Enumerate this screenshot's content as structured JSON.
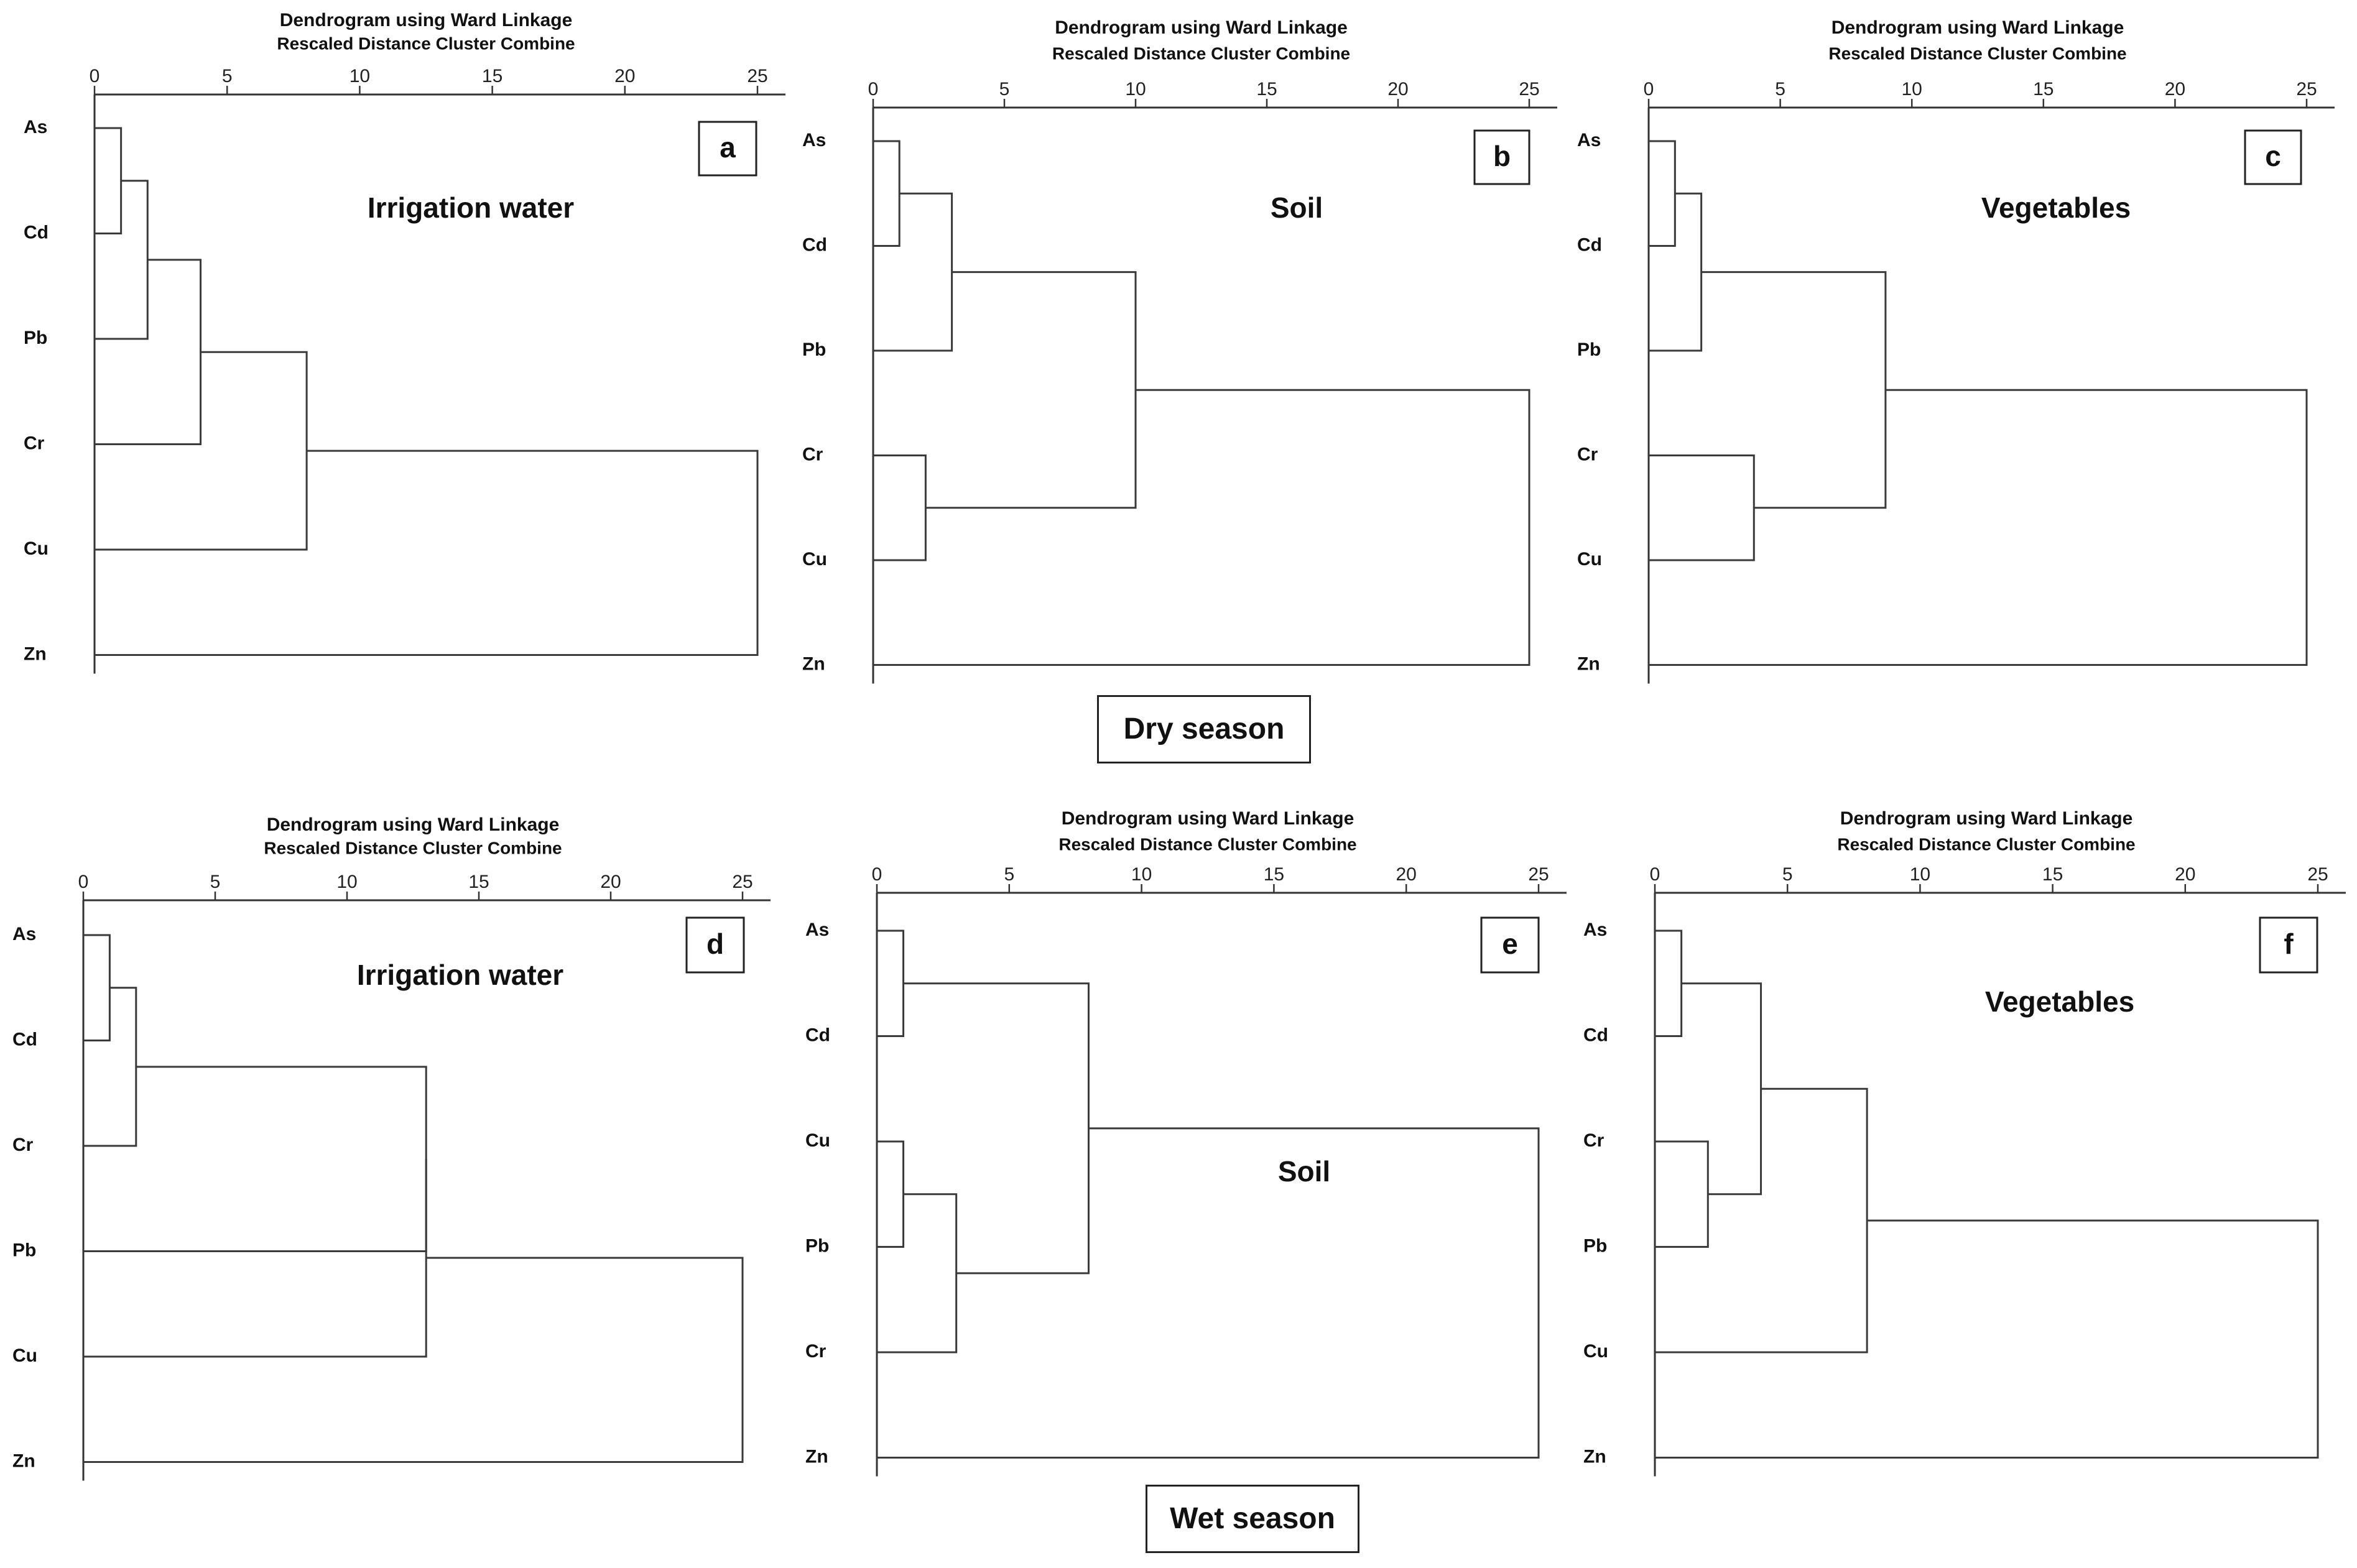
{
  "seasons": {
    "dry": "Dry season",
    "wet": "Wet season"
  },
  "chart_data": [
    {
      "type": "dendrogram",
      "panel": "a",
      "label": "Irrigation water",
      "title": "Dendrogram using Ward Linkage",
      "subtitle": "Rescaled Distance Cluster Combine",
      "xlim": [
        0,
        25
      ],
      "xticks": [
        0,
        5,
        10,
        15,
        20,
        25
      ],
      "leaves": [
        "As",
        "Cd",
        "Pb",
        "Cr",
        "Cu",
        "Zn"
      ],
      "merges": [
        {
          "left": "As",
          "right": "Cd",
          "distance": 1
        },
        {
          "left": 0,
          "right": "Pb",
          "distance": 2
        },
        {
          "left": 1,
          "right": "Cr",
          "distance": 4
        },
        {
          "left": 2,
          "right": "Cu",
          "distance": 8
        },
        {
          "left": 3,
          "right": "Zn",
          "distance": 25
        }
      ]
    },
    {
      "type": "dendrogram",
      "panel": "b",
      "label": "Soil",
      "title": "Dendrogram using Ward Linkage",
      "subtitle": "Rescaled Distance Cluster Combine",
      "xlim": [
        0,
        25
      ],
      "xticks": [
        0,
        5,
        10,
        15,
        20,
        25
      ],
      "leaves": [
        "As",
        "Cd",
        "Pb",
        "Cr",
        "Cu",
        "Zn"
      ],
      "merges": [
        {
          "left": "As",
          "right": "Cd",
          "distance": 1
        },
        {
          "left": 0,
          "right": "Pb",
          "distance": 3
        },
        {
          "left": "Cr",
          "right": "Cu",
          "distance": 2
        },
        {
          "left": 1,
          "right": 2,
          "distance": 10
        },
        {
          "left": 3,
          "right": "Zn",
          "distance": 25
        }
      ]
    },
    {
      "type": "dendrogram",
      "panel": "c",
      "label": "Vegetables",
      "title": "Dendrogram using Ward Linkage",
      "subtitle": "Rescaled Distance Cluster Combine",
      "xlim": [
        0,
        25
      ],
      "xticks": [
        0,
        5,
        10,
        15,
        20,
        25
      ],
      "leaves": [
        "As",
        "Cd",
        "Pb",
        "Cr",
        "Cu",
        "Zn"
      ],
      "merges": [
        {
          "left": "As",
          "right": "Cd",
          "distance": 1
        },
        {
          "left": 0,
          "right": "Pb",
          "distance": 2
        },
        {
          "left": "Cr",
          "right": "Cu",
          "distance": 4
        },
        {
          "left": 1,
          "right": 2,
          "distance": 9
        },
        {
          "left": 3,
          "right": "Zn",
          "distance": 25
        }
      ]
    },
    {
      "type": "dendrogram",
      "panel": "d",
      "label": "Irrigation water",
      "title": "Dendrogram using Ward Linkage",
      "subtitle": "Rescaled Distance Cluster Combine",
      "xlim": [
        0,
        25
      ],
      "xticks": [
        0,
        5,
        10,
        15,
        20,
        25
      ],
      "leaves": [
        "As",
        "Cd",
        "Cr",
        "Pb",
        "Cu",
        "Zn"
      ],
      "merges": [
        {
          "left": "As",
          "right": "Cd",
          "distance": 1
        },
        {
          "left": 0,
          "right": "Cr",
          "distance": 2
        },
        {
          "left": 1,
          "right": "Pb",
          "distance": 13
        },
        {
          "left": 2,
          "right": "Cu",
          "distance": 13
        },
        {
          "left": 3,
          "right": "Zn",
          "distance": 25
        }
      ]
    },
    {
      "type": "dendrogram",
      "panel": "e",
      "label": "Soil",
      "title": "Dendrogram using Ward Linkage",
      "subtitle": "Rescaled Distance Cluster Combine",
      "xlim": [
        0,
        25
      ],
      "xticks": [
        0,
        5,
        10,
        15,
        20,
        25
      ],
      "leaves": [
        "As",
        "Cd",
        "Cu",
        "Pb",
        "Cr",
        "Zn"
      ],
      "merges": [
        {
          "left": "As",
          "right": "Cd",
          "distance": 1
        },
        {
          "left": "Cu",
          "right": "Pb",
          "distance": 1
        },
        {
          "left": 1,
          "right": "Cr",
          "distance": 3
        },
        {
          "left": 0,
          "right": 2,
          "distance": 8
        },
        {
          "left": 3,
          "right": "Zn",
          "distance": 25
        }
      ]
    },
    {
      "type": "dendrogram",
      "panel": "f",
      "label": "Vegetables",
      "title": "Dendrogram using Ward Linkage",
      "subtitle": "Rescaled Distance Cluster Combine",
      "xlim": [
        0,
        25
      ],
      "xticks": [
        0,
        5,
        10,
        15,
        20,
        25
      ],
      "leaves": [
        "As",
        "Cd",
        "Cr",
        "Pb",
        "Cu",
        "Zn"
      ],
      "merges": [
        {
          "left": "As",
          "right": "Cd",
          "distance": 1
        },
        {
          "left": "Cr",
          "right": "Pb",
          "distance": 2
        },
        {
          "left": 0,
          "right": 1,
          "distance": 4
        },
        {
          "left": 2,
          "right": "Cu",
          "distance": 8
        },
        {
          "left": 3,
          "right": "Zn",
          "distance": 25
        }
      ]
    }
  ]
}
